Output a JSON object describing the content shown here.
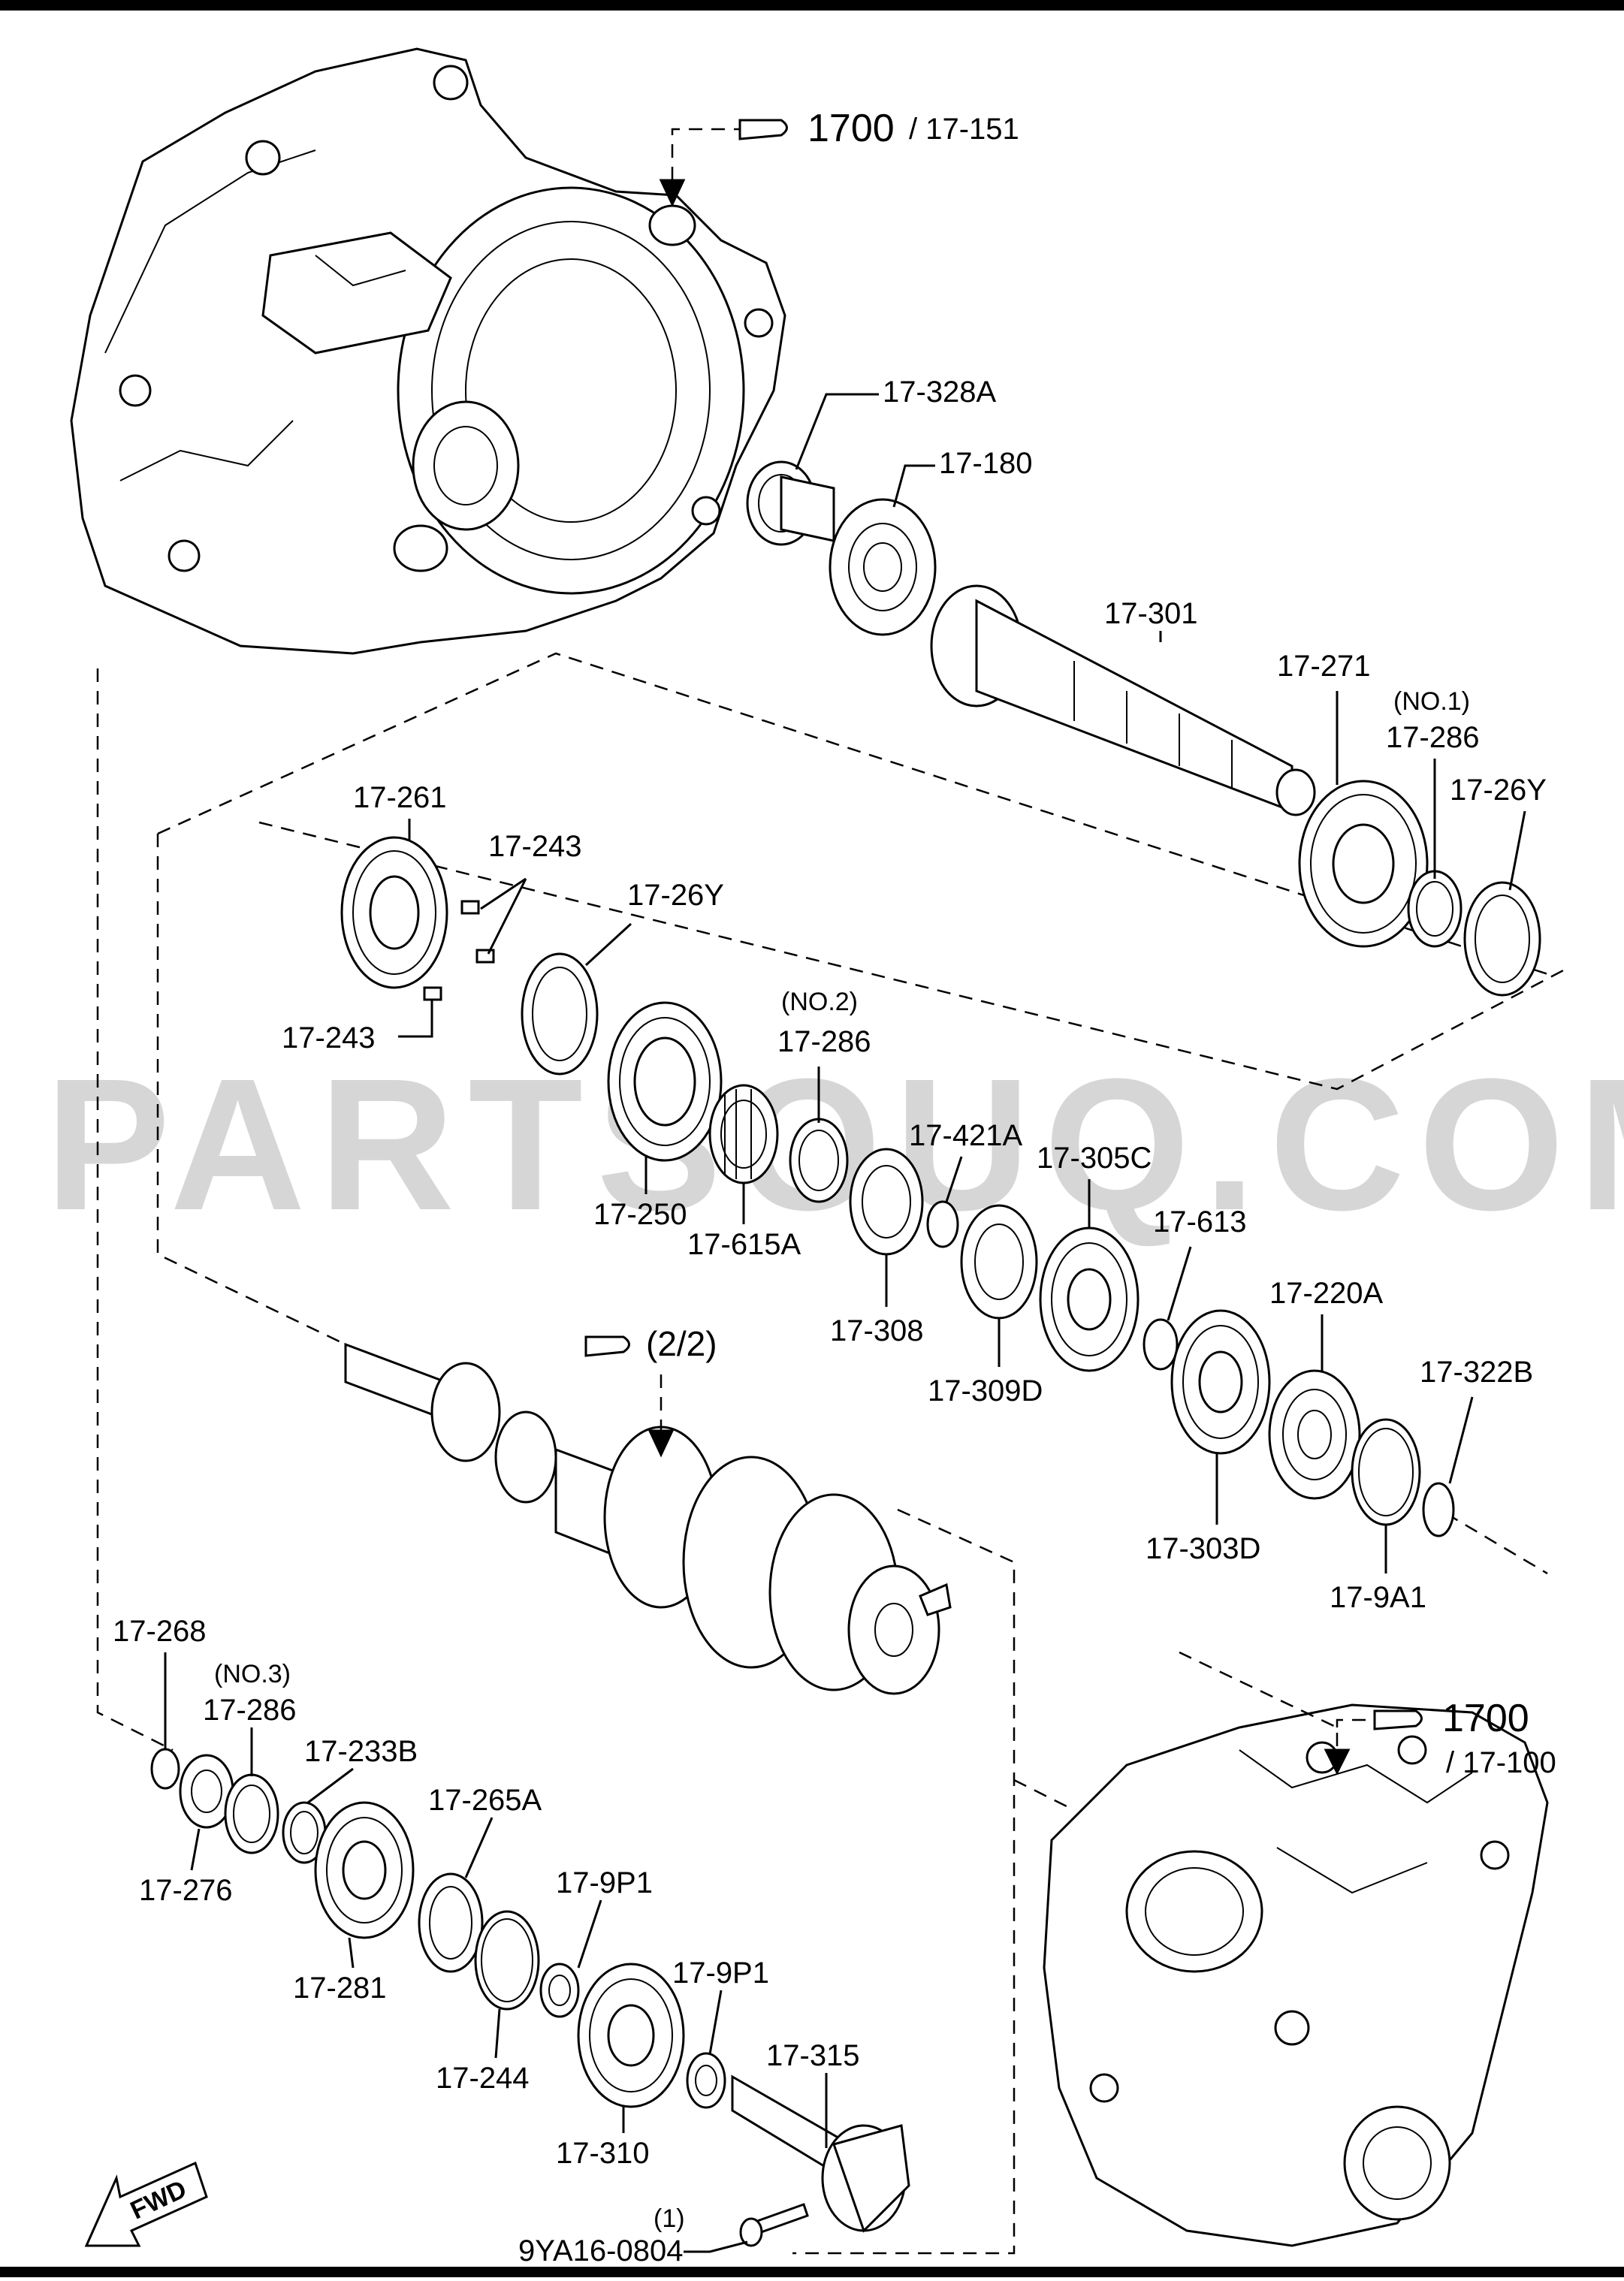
{
  "watermark": "PARTSOUQ.COM",
  "fwd_label": "FWD",
  "refs": {
    "top": {
      "main": "1700",
      "sub": "/ 17-151"
    },
    "bottom": {
      "main": "1700",
      "sub": "/ 17-100"
    },
    "mid": {
      "main": "(2/2)"
    }
  },
  "parts": {
    "p17_328A": "17-328A",
    "p17_180": "17-180",
    "p17_301": "17-301",
    "p17_271": "17-271",
    "no1": "(NO.1)",
    "p17_286_1": "17-286",
    "p17_26Y_a": "17-26Y",
    "p17_261": "17-261",
    "p17_243_a": "17-243",
    "p17_243_b": "17-243",
    "p17_26Y_b": "17-26Y",
    "no2": "(NO.2)",
    "p17_286_2": "17-286",
    "p17_421A": "17-421A",
    "p17_305C": "17-305C",
    "p17_613": "17-613",
    "p17_250": "17-250",
    "p17_615A": "17-615A",
    "p17_308": "17-308",
    "p17_309D": "17-309D",
    "p17_220A": "17-220A",
    "p17_322B": "17-322B",
    "p17_303D": "17-303D",
    "p17_9A1": "17-9A1",
    "p17_268": "17-268",
    "no3": "(NO.3)",
    "p17_286_3": "17-286",
    "p17_233B": "17-233B",
    "p17_265A": "17-265A",
    "p17_9P1_a": "17-9P1",
    "p17_9P1_b": "17-9P1",
    "p17_276": "17-276",
    "p17_281": "17-281",
    "p17_244": "17-244",
    "p17_315": "17-315",
    "p17_310": "17-310",
    "qty1": "(1)",
    "bolt": "9YA16-0804"
  }
}
